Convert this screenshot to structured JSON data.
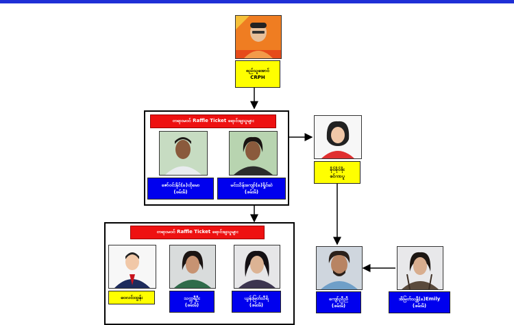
{
  "top_person": {
    "name": "စည်သူအောင်",
    "role": "CRPH"
  },
  "group1": {
    "banner": "တရားမဝင် Raffle Ticket ရောင်းချသူများ",
    "members": [
      {
        "name": "ဇော်ဝင်းနိုင်(ခ)ထိုမော",
        "status": "(ဖမ်းမိ)"
      },
      {
        "name": "မင်းသိန်းကျော်(ခ)ရှိုင်ဆဲ",
        "status": "(ဖမ်းမိ)"
      }
    ]
  },
  "side_person": {
    "name": "ခိုင်ခိုင်စိုး",
    "role": "စင်ကာပူ"
  },
  "group2": {
    "banner": "တရားမဝင် Raffle Ticket ရောင်းချသူများ",
    "members": [
      {
        "name": "ဝေလင်းထွန်း",
        "status": ""
      },
      {
        "name": "သက္ကရီဦး",
        "status": "(ဖမ်းမိ)"
      },
      {
        "name": "ယွန်းမြတ်သီရိ",
        "status": "(ဖမ်းမိ)"
      }
    ]
  },
  "right_people": [
    {
      "name": "ကျော်ညီညီ",
      "status": "(ဖမ်းမိ)"
    },
    {
      "name": "အိမြတ်သန္တီ(ခ)Emily",
      "status": "(ဖမ်းမိ)"
    }
  ],
  "colors": {
    "top_bar": "#1f2fd6",
    "banner": "#ee1111",
    "label_yellow": "#ffff00",
    "label_blue": "#0000ee"
  }
}
